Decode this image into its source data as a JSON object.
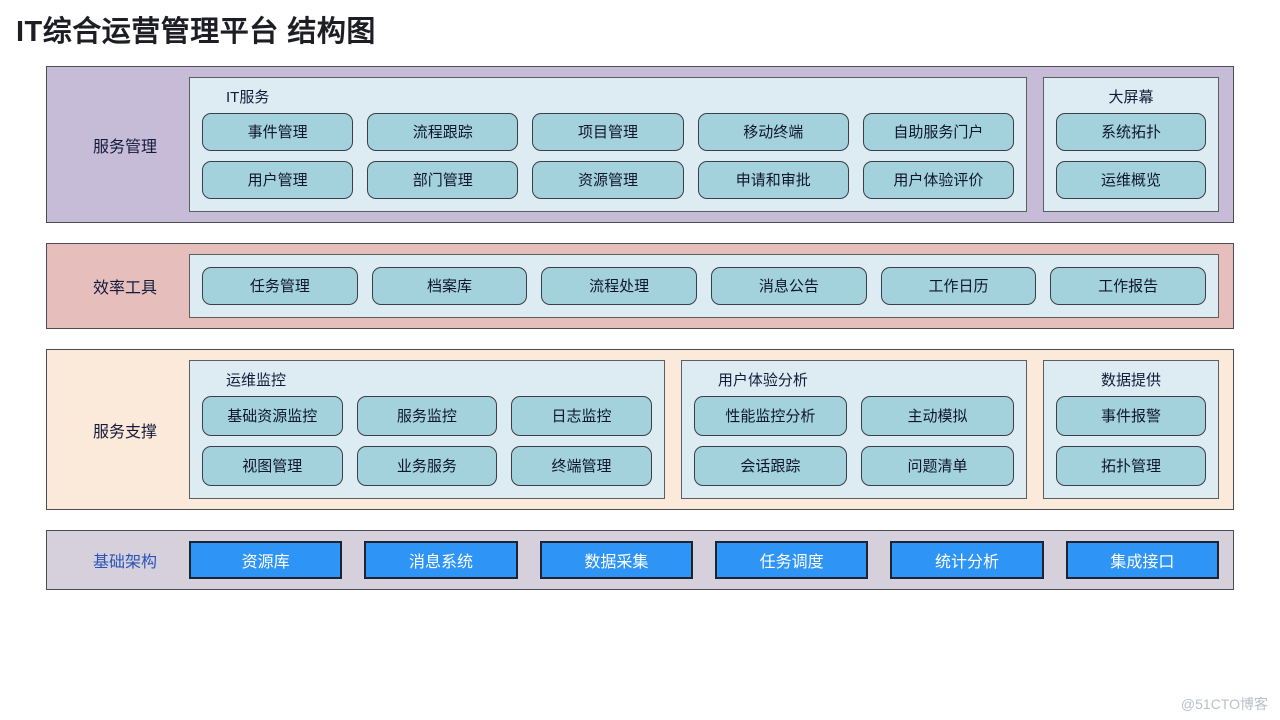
{
  "page": {
    "title": "IT综合运营管理平台 结构图",
    "watermark": "@51CTO博客"
  },
  "colors": {
    "band_service": "#c6bcd8",
    "band_efficiency": "#e6bfbd",
    "band_support": "#fbead9",
    "band_infra": "#d5d0dc",
    "panel_bg": "#dcecf2",
    "chip_fill": "#a3d2dd",
    "infra_fill": "#2e94f6",
    "infra_text": "#ffffff",
    "infra_label_text": "#2a53b8"
  },
  "sections": [
    {
      "label": "服务管理",
      "panels": [
        {
          "title": "IT服务",
          "title_align": "left",
          "items": [
            "事件管理",
            "流程跟踪",
            "项目管理",
            "移动终端",
            "自助服务门户",
            "用户管理",
            "部门管理",
            "资源管理",
            "申请和审批",
            "用户体验评价"
          ]
        },
        {
          "title": "大屏幕",
          "title_align": "center",
          "items": [
            "系统拓扑",
            "运维概览"
          ]
        }
      ]
    },
    {
      "label": "效率工具",
      "panels": [
        {
          "title": "",
          "title_align": "left",
          "items": [
            "任务管理",
            "档案库",
            "流程处理",
            "消息公告",
            "工作日历",
            "工作报告"
          ]
        }
      ]
    },
    {
      "label": "服务支撑",
      "panels": [
        {
          "title": "运维监控",
          "title_align": "left",
          "items": [
            "基础资源监控",
            "服务监控",
            "日志监控",
            "视图管理",
            "业务服务",
            "终端管理"
          ]
        },
        {
          "title": "用户体验分析",
          "title_align": "left",
          "items": [
            "性能监控分析",
            "主动模拟",
            "会话跟踪",
            "问题清单"
          ]
        },
        {
          "title": "数据提供",
          "title_align": "center",
          "items": [
            "事件报警",
            "拓扑管理"
          ]
        }
      ]
    },
    {
      "label": "基础架构",
      "items": [
        "资源库",
        "消息系统",
        "数据采集",
        "任务调度",
        "统计分析",
        "集成接口"
      ]
    }
  ]
}
